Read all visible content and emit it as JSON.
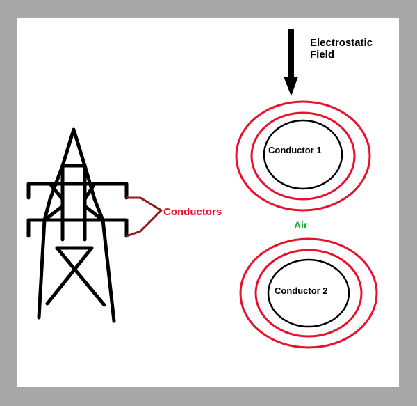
{
  "diagram": {
    "field_label_line1": "Electrostatic",
    "field_label_line2": "Field",
    "conductor1_label": "Conductor 1",
    "conductor2_label": "Conductor 2",
    "conductors_label": "Conductors",
    "air_label": "Air"
  },
  "colors": {
    "background_frame": "#a8a8a8",
    "canvas": "#ffffff",
    "line": "#000000",
    "field_rings": "#e8102a",
    "conductors_text": "#e8102a",
    "bracket": "#8b1a1a",
    "air_text": "#1aa83a"
  },
  "icons": {
    "tower": "transmission-tower-icon",
    "arrow": "down-arrow-icon"
  }
}
